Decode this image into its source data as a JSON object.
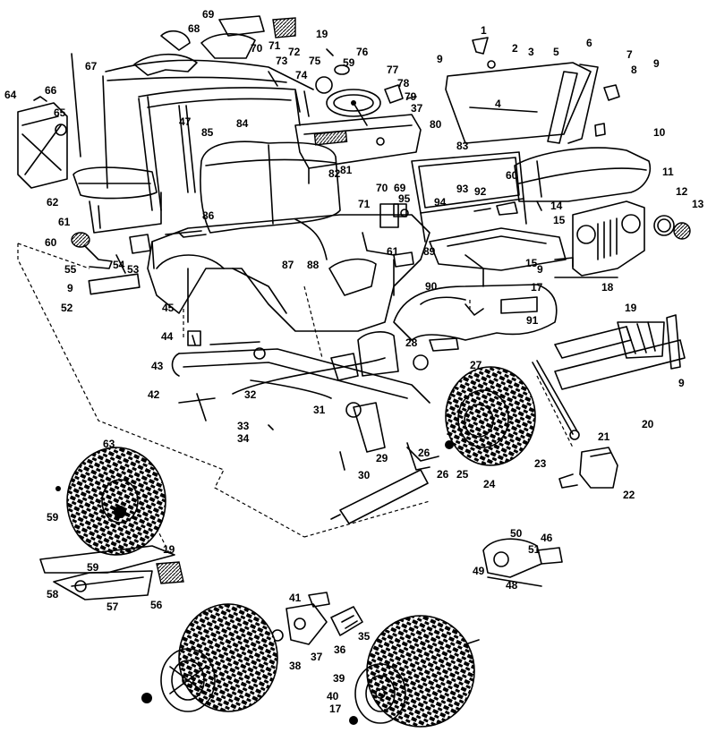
{
  "labels": {
    "p1": "1",
    "p2": "2",
    "p3": "3",
    "p4": "4",
    "p5": "5",
    "p6": "6",
    "p7": "7",
    "p8": "8",
    "p9a": "9",
    "p9b": "9",
    "p9c": "9",
    "p9d": "9",
    "p9e": "9",
    "p10": "10",
    "p11": "11",
    "p12": "12",
    "p13": "13",
    "p14": "14",
    "p15a": "15",
    "p15b": "15",
    "p17a": "17",
    "p17b": "17",
    "p18": "18",
    "p19a": "19",
    "p19b": "19",
    "p19c": "19",
    "p20": "20",
    "p21": "21",
    "p22": "22",
    "p23": "23",
    "p24": "24",
    "p25": "25",
    "p26a": "26",
    "p26b": "26",
    "p27": "27",
    "p28": "28",
    "p29": "29",
    "p30": "30",
    "p31": "31",
    "p32": "32",
    "p33": "33",
    "p34": "34",
    "p35": "35",
    "p36": "36",
    "p37a": "37",
    "p37b": "37",
    "p38": "38",
    "p39": "39",
    "p40": "40",
    "p41": "41",
    "p42": "42",
    "p43": "43",
    "p44": "44",
    "p45": "45",
    "p46": "46",
    "p47": "47",
    "p48": "48",
    "p49": "49",
    "p50": "50",
    "p51": "51",
    "p52": "52",
    "p53": "53",
    "p54": "54",
    "p55": "55",
    "p56": "56",
    "p57": "57",
    "p58": "58",
    "p59a": "59",
    "p59b": "59",
    "p59c": "59",
    "p60a": "60",
    "p60b": "60",
    "p61a": "61",
    "p61b": "61",
    "p62": "62",
    "p63": "63",
    "p64": "64",
    "p65": "65",
    "p66": "66",
    "p67": "67",
    "p68": "68",
    "p69a": "69",
    "p69b": "69",
    "p70a": "70",
    "p70b": "70",
    "p71a": "71",
    "p71b": "71",
    "p72": "72",
    "p73": "73",
    "p74": "74",
    "p75": "75",
    "p76": "76",
    "p77": "77",
    "p78": "78",
    "p79": "79",
    "p80": "80",
    "p81": "81",
    "p82": "82",
    "p83": "83",
    "p84": "84",
    "p85": "85",
    "p86": "86",
    "p87": "87",
    "p88": "88",
    "p89": "89",
    "p90": "90",
    "p91": "91",
    "p92": "92",
    "p93": "93",
    "p94": "94",
    "p95": "95"
  }
}
